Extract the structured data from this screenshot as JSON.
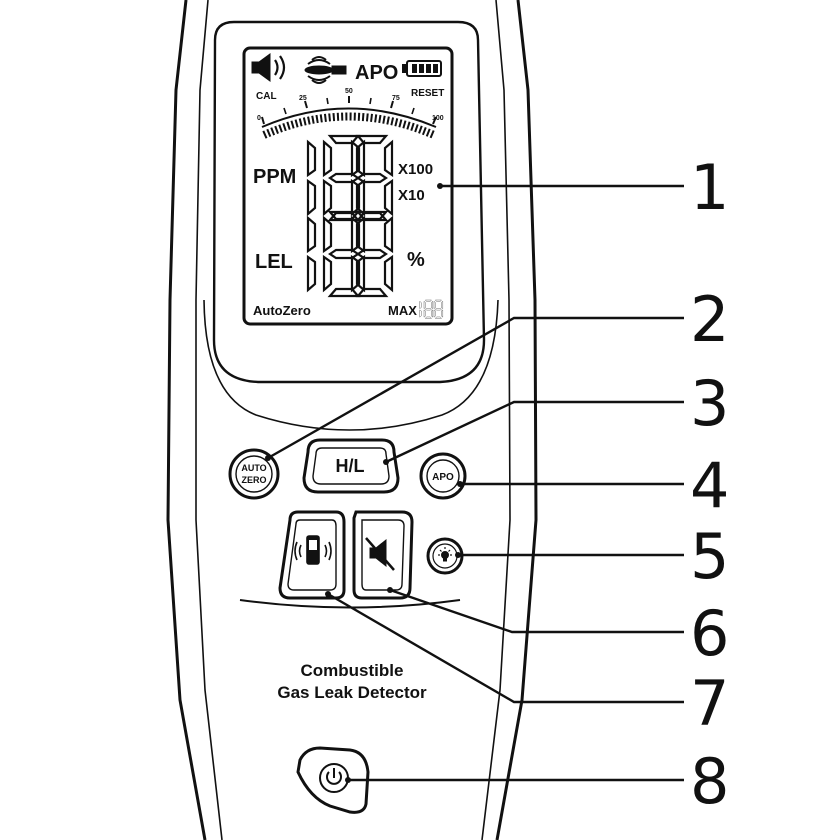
{
  "device": {
    "name_line1": "Combustible",
    "name_line2": "Gas Leak Detector"
  },
  "lcd": {
    "apo": "APO",
    "cal": "CAL",
    "reset": "RESET",
    "scale_ticks": [
      "0",
      "25",
      "50",
      "75",
      "100"
    ],
    "ppm": "PPM",
    "lel": "LEL",
    "x100": "X100",
    "x10": "X10",
    "percent": "%",
    "upper_digits": "188",
    "lower_digits": "188",
    "autozero": "AutoZero",
    "max": "MAX",
    "max_digits": "188"
  },
  "buttons": {
    "autozero_line1": "AUTO",
    "autozero_line2": "ZERO",
    "hl": "H/L",
    "apo": "APO"
  },
  "callouts": [
    "1",
    "2",
    "3",
    "4",
    "5",
    "6",
    "7",
    "8"
  ]
}
